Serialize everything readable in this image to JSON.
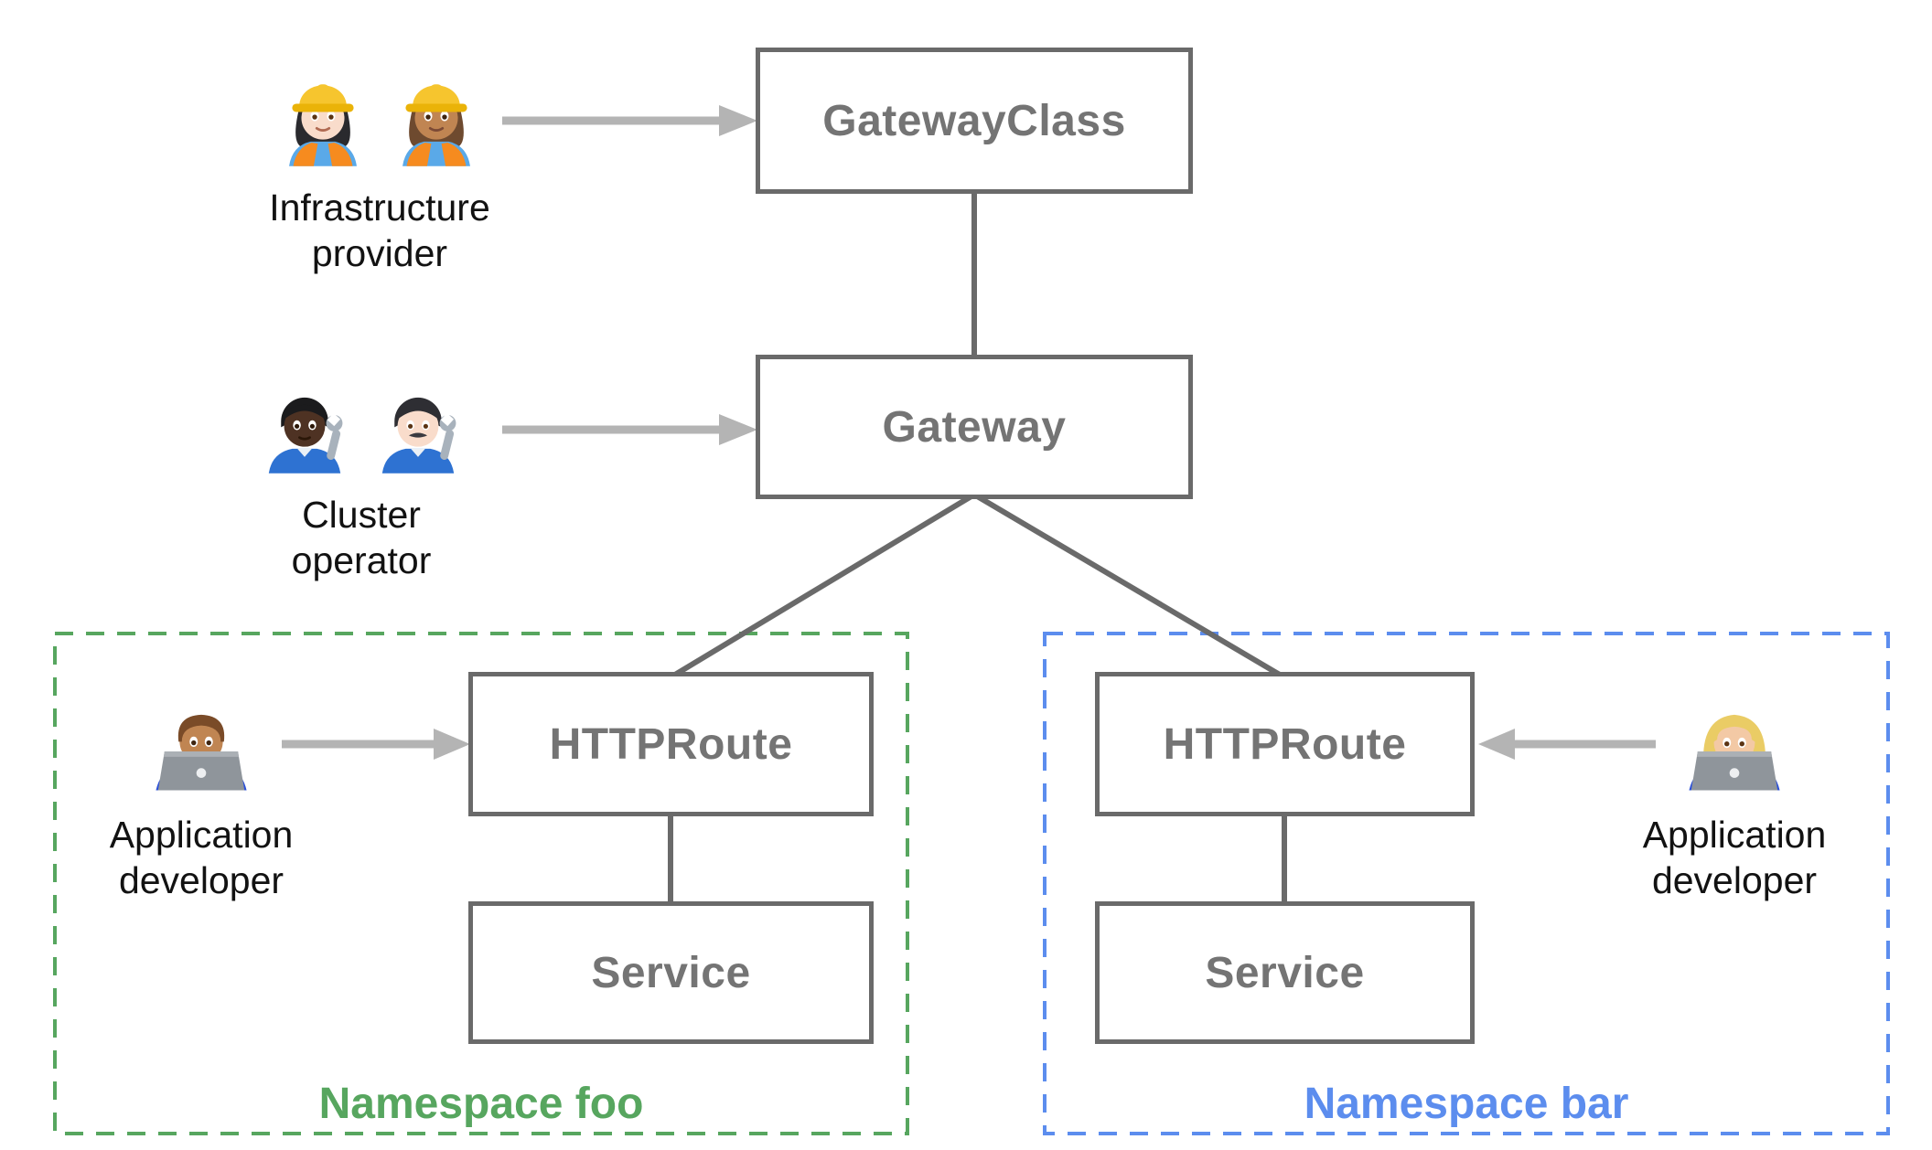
{
  "diagram": {
    "nodes": {
      "gatewayClass": {
        "label": "GatewayClass"
      },
      "gateway": {
        "label": "Gateway"
      },
      "httprouteFoo": {
        "label": "HTTPRoute"
      },
      "serviceFoo": {
        "label": "Service"
      },
      "httprouteBar": {
        "label": "HTTPRoute"
      },
      "serviceBar": {
        "label": "Service"
      }
    },
    "namespaces": {
      "foo": {
        "label": "Namespace foo",
        "color": "#57A65F"
      },
      "bar": {
        "label": "Namespace bar",
        "color": "#5C8DEE"
      }
    },
    "personas": {
      "infrastructureProvider": {
        "label_line1": "Infrastructure",
        "label_line2": "provider",
        "icons": [
          "woman-construction-worker-light-emoji",
          "woman-construction-worker-medium-emoji"
        ]
      },
      "clusterOperator": {
        "label_line1": "Cluster",
        "label_line2": "operator",
        "icons": [
          "mechanic-dark-emoji",
          "man-mechanic-light-emoji"
        ]
      },
      "appDeveloperFoo": {
        "label_line1": "Application",
        "label_line2": "developer",
        "icons": [
          "man-technologist-emoji"
        ]
      },
      "appDeveloperBar": {
        "label_line1": "Application",
        "label_line2": "developer",
        "icons": [
          "woman-technologist-emoji"
        ]
      }
    },
    "edges": [
      "gatewayClass-gateway",
      "gateway-httprouteFoo",
      "gateway-httprouteBar",
      "httprouteFoo-serviceFoo",
      "httprouteBar-serviceBar"
    ],
    "colors": {
      "node_border": "#6A6A6A",
      "node_text": "#747474",
      "connector": "#6A6A6A",
      "arrow": "#B4B4B4",
      "persona_text": "#121212",
      "namespace_foo_green": "#57A65F",
      "namespace_bar_blue": "#5C8DEE",
      "background": "#FFFFFF"
    }
  }
}
